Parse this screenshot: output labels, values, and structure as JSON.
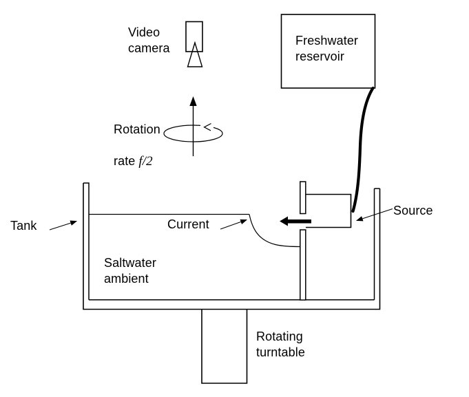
{
  "title": "Rotating tank laboratory experiment schematic",
  "colors": {
    "ink": "#000000",
    "background": "#ffffff"
  },
  "labels": {
    "video_camera": "Video\ncamera",
    "rotation_line1": "Rotation",
    "rotation_line2_prefix": "rate",
    "rotation_symbol": "f/2",
    "freshwater_reservoir": "Freshwater\nreservoir",
    "tank": "Tank",
    "current": "Current",
    "source": "Source",
    "saltwater_ambient": "Saltwater\nambient",
    "rotating_turntable": "Rotating\nturntable"
  },
  "icons": {
    "camera": "video-camera-icon",
    "rotation_axis": "rotation-axis-arrow",
    "rotation_direction": "rotation-direction-ellipse",
    "supply_tube": "supply-tube",
    "outflow": "outflow-arrow"
  }
}
